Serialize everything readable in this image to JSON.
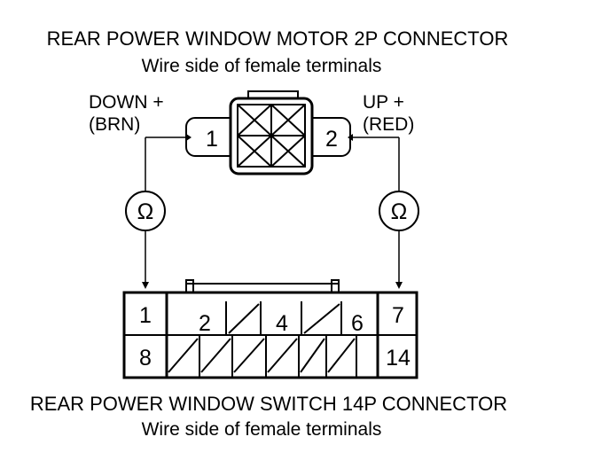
{
  "motor_connector": {
    "title": "REAR POWER WINDOW MOTOR 2P CONNECTOR",
    "subtitle": "Wire side of female terminals",
    "pins": [
      "1",
      "2"
    ]
  },
  "wires": {
    "down": {
      "line1": "DOWN +",
      "line2": "(BRN)"
    },
    "up": {
      "line1": "UP +",
      "line2": "(RED)"
    }
  },
  "meters": {
    "symbol": "Ω"
  },
  "switch_connector": {
    "title": "REAR POWER WINDOW SWITCH 14P CONNECTOR",
    "subtitle": "Wire side of female terminals",
    "pins": [
      "1",
      "2",
      "4",
      "6",
      "7",
      "8",
      "14"
    ]
  }
}
